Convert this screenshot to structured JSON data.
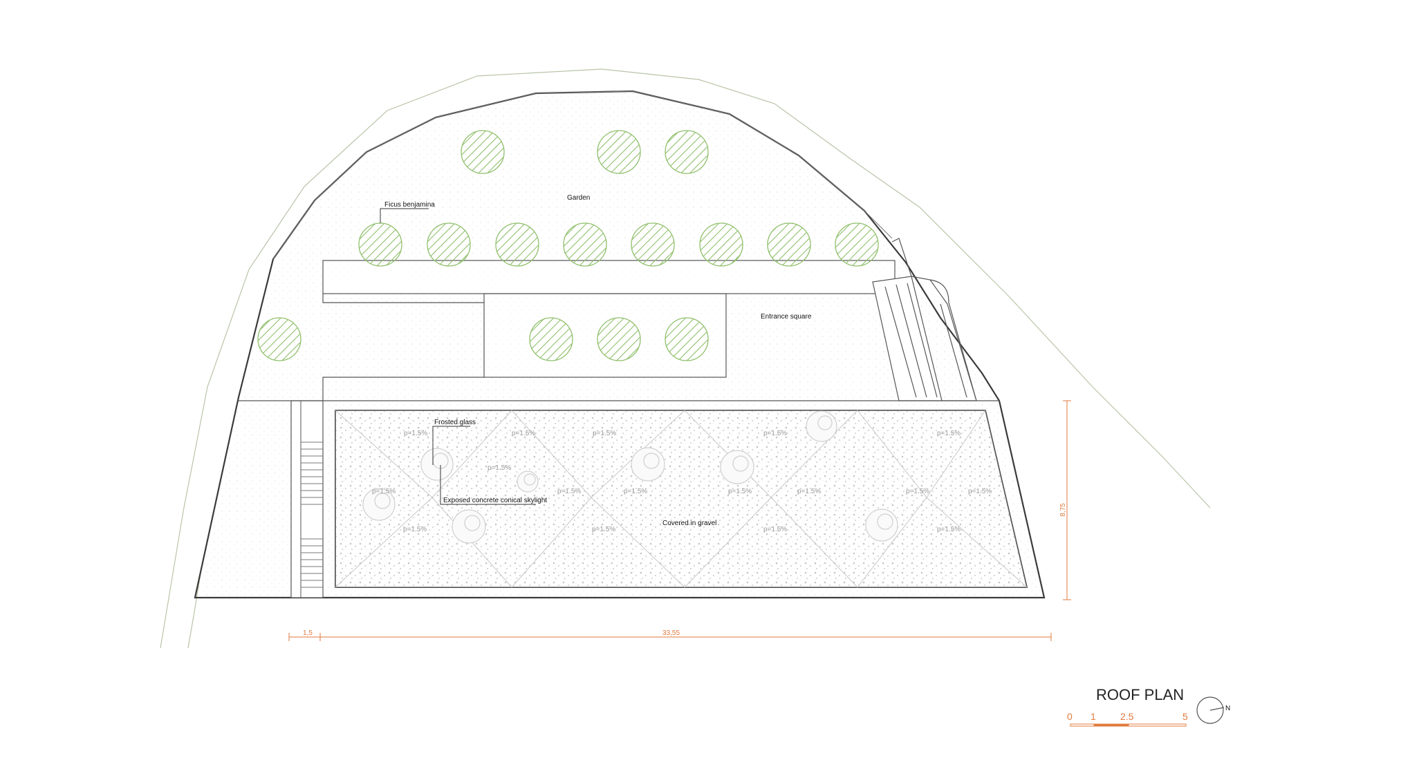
{
  "drawing": {
    "title": "ROOF PLAN",
    "north_label": "N",
    "scale_bar": [
      "0",
      "1",
      "2.5",
      "5"
    ],
    "labels": {
      "garden": "Garden",
      "ficus": "Ficus benjamina",
      "entrance": "Entrance square",
      "frosted_glass": "Frosted glass",
      "skylight": "Exposed concrete conical skylight",
      "gravel": "Covered in gravel"
    },
    "slopes": [
      "p=1.5%",
      "p=1.5%",
      "p=1.5%",
      "p=1.5%",
      "p=1.5%",
      "p=1.5%",
      "p=1.5%",
      "p=1.5%",
      "p=1.5%",
      "p=1.5%",
      "p=1.5%",
      "p=1.5%",
      "p=1.5%",
      "p=1.5%",
      "p=1.5%",
      "p=1.5%",
      "p=1.5%"
    ],
    "dimensions": {
      "width_left": "1,5",
      "width_main": "33,55",
      "depth": "8,75"
    },
    "colors": {
      "outline": "#3a3a3a",
      "tree": "#8fbf6a",
      "dimension": "#e07a3c",
      "terrain": "#b9c4a8"
    }
  }
}
